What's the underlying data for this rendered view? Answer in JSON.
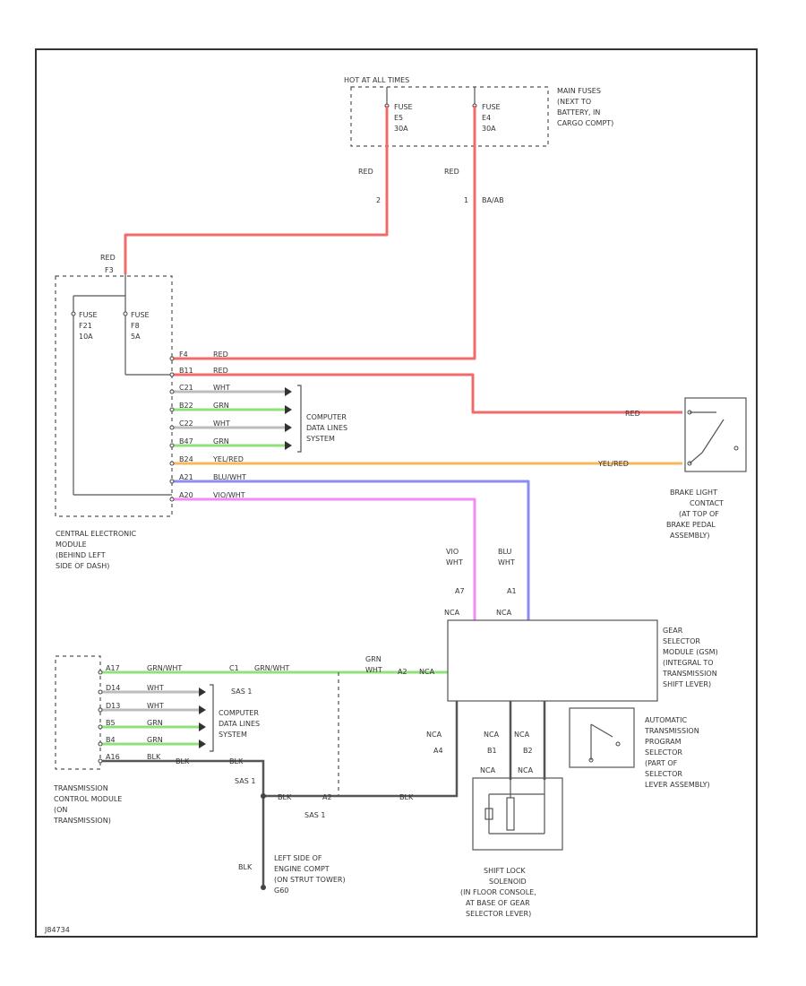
{
  "colors": {
    "red": "#f26b6b",
    "green": "#8fe27a",
    "white": "#bdbdbd",
    "yel_red": "#f6b85a",
    "blu_wht": "#8b8bf2",
    "vio_wht": "#f28bf2",
    "black": "#555555"
  },
  "fuse_box": {
    "title": "HOT AT ALL TIMES",
    "fuse_a": [
      "FUSE",
      "E5",
      "30A"
    ],
    "fuse_b": [
      "FUSE",
      "E4",
      "30A"
    ],
    "note": [
      "MAIN FUSES",
      "(NEXT TO",
      "BATTERY, IN",
      "CARGO COMPT)"
    ],
    "wire_a": "RED",
    "wire_b": "RED",
    "conn_a": "2",
    "conn_b": "1",
    "conn_b_extra": "BA/AB"
  },
  "cem": {
    "feed_wire": "RED",
    "feed_conn": "F3",
    "fuse_a": [
      "FUSE",
      "F21",
      "10A"
    ],
    "fuse_b": [
      "FUSE",
      "F8",
      "5A"
    ],
    "label": [
      "CENTRAL ELECTRONIC",
      "MODULE",
      "(BEHIND LEFT",
      "SIDE OF DASH)"
    ],
    "pins": [
      {
        "pin": "F4",
        "wire": "RED"
      },
      {
        "pin": "B11",
        "wire": "RED"
      },
      {
        "pin": "C21",
        "wire": "WHT"
      },
      {
        "pin": "B22",
        "wire": "GRN"
      },
      {
        "pin": "C22",
        "wire": "WHT"
      },
      {
        "pin": "B47",
        "wire": "GRN"
      },
      {
        "pin": "B24",
        "wire": "YEL/RED"
      },
      {
        "pin": "A21",
        "wire": "BLU/WHT"
      },
      {
        "pin": "A20",
        "wire": "VIO/WHT"
      }
    ],
    "data_lines": [
      "COMPUTER",
      "DATA LINES",
      "SYSTEM"
    ]
  },
  "brake_switch": {
    "wire_in": "RED",
    "wire_out": "YEL/RED",
    "label": [
      "BRAKE LIGHT",
      "CONTACT",
      "(AT TOP OF",
      "BRAKE PEDAL",
      "ASSEMBLY)"
    ]
  },
  "gsm": {
    "wire_vio": [
      "VIO",
      "WHT"
    ],
    "wire_blu": [
      "BLU",
      "WHT"
    ],
    "conn_vio": "A7",
    "conn_blu": "A1",
    "nca_a": "NCA",
    "nca_b": "NCA",
    "label": [
      "GEAR",
      "SELECTOR",
      "MODULE (GSM)",
      "(INTEGRAL TO",
      "TRANSMISSION",
      "SHIFT LEVER)"
    ],
    "bottom_nca": [
      "NCA",
      "NCA",
      "NCA"
    ],
    "bottom_pins": [
      "A4",
      "B1",
      "B2"
    ],
    "solenoid_nca": [
      "NCA",
      "NCA"
    ],
    "input_conn": "A2",
    "input_nca": "NCA",
    "input_wire": [
      "GRN",
      "WHT"
    ]
  },
  "tcm": {
    "pins": [
      {
        "pin": "A17",
        "wire": "GRN/WHT"
      },
      {
        "pin": "D14",
        "wire": "WHT"
      },
      {
        "pin": "D13",
        "wire": "WHT"
      },
      {
        "pin": "B5",
        "wire": "GRN"
      },
      {
        "pin": "B4",
        "wire": "GRN"
      },
      {
        "pin": "A16",
        "wire": "BLK"
      }
    ],
    "splice_wire": "GRN/WHT",
    "splice_conn": "C1",
    "sas_label": "SAS 1",
    "data_lines": [
      "COMPUTER",
      "DATA LINES",
      "SYSTEM"
    ],
    "label": [
      "TRANSMISSION",
      "CONTROL MODULE",
      "(ON",
      "TRANSMISSION)"
    ]
  },
  "ground": {
    "sas_a": "SAS 1",
    "sas_b": "SAS 1",
    "wire_a": "BLK",
    "wire_b": "BLK",
    "wire_c": "BLK",
    "wire_d": "BLK",
    "conn": "A2",
    "label": [
      "LEFT SIDE OF",
      "ENGINE COMPT",
      "(ON STRUT TOWER)",
      "G60"
    ]
  },
  "program_switch": {
    "label": [
      "AUTOMATIC",
      "TRANSMISSION",
      "PROGRAM",
      "SELECTOR",
      "(PART OF",
      "SELECTOR",
      "LEVER ASSEMBLY)"
    ]
  },
  "solenoid": {
    "label": [
      "SHIFT LOCK",
      "SOLENOID",
      "(IN FLOOR CONSOLE,",
      "AT BASE OF GEAR",
      "SELECTOR LEVER)"
    ]
  },
  "footer_code": "J84734"
}
